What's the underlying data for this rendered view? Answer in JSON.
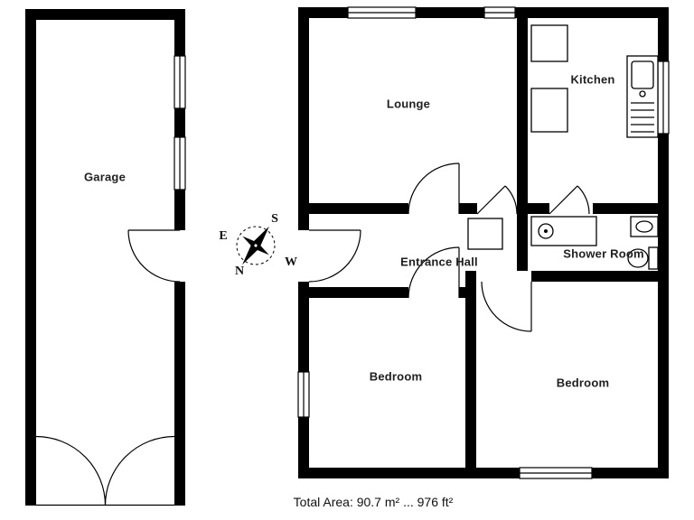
{
  "plan": {
    "rooms": {
      "garage": "Garage",
      "lounge": "Lounge",
      "kitchen": "Kitchen",
      "entrance_hall": "Entrance Hall",
      "shower_room": "Shower Room",
      "bedroom_left": "Bedroom",
      "bedroom_right": "Bedroom"
    },
    "compass": {
      "north": "N",
      "south": "S",
      "east": "E",
      "west": "W"
    },
    "footer": {
      "total_area": "Total Area: 90.7 m² ... 976 ft²"
    },
    "colors": {
      "wall": "#000000",
      "background": "#ffffff",
      "text": "#1f1f1f"
    }
  }
}
